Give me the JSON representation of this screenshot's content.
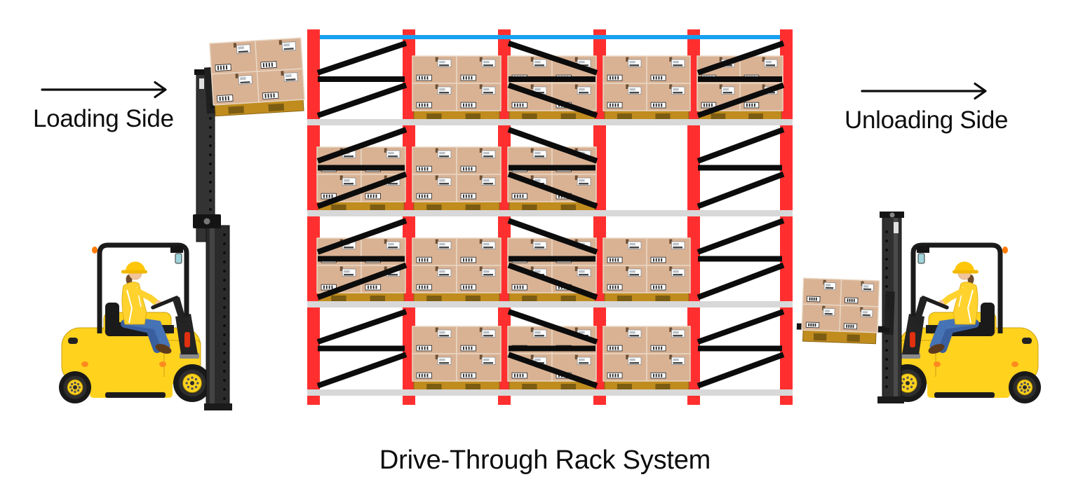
{
  "title": "Drive-Through Rack System",
  "labels": {
    "loading": "Loading Side",
    "unloading": "Unloading Side"
  },
  "arrows": {
    "loading_direction": "right",
    "unloading_direction": "right"
  },
  "colors": {
    "background": "#ffffff",
    "text": "#0d0d0d",
    "post_red": "#ff2f2f",
    "beam_blue": "#18a0f0",
    "shelf_gray": "#d8d8d8",
    "brace_black": "#0c0c0c",
    "box_tan": "#d9b294",
    "box_line": "#e9d7c4",
    "box_tab": "#6d4f33",
    "pallet_gold": "#c08c1e",
    "pallet_slot": "#7c5c12",
    "forklift_yellow": "#ffd21e",
    "frame_black": "#1b1b1b",
    "mast_gray": "#2f2f2f",
    "jeans_blue": "#4673b5",
    "jeans_shadow": "#3a5f9e",
    "skin": "#f2c49b",
    "hat_yellow": "#ffc60a",
    "shirt_yellow": "#ffd22e",
    "shoe_brown": "#5e3a1d",
    "hair_brown": "#6b4a2e",
    "light_orange": "#ff8a1f",
    "tail_red": "#e0300f",
    "mirror_teal": "#9fd4da"
  },
  "rack": {
    "posts": 6,
    "levels": 4,
    "bays": 5,
    "top_beam": "blue",
    "grid": [
      [
        "brace-up",
        "boxes",
        "boxes+brace-down",
        "boxes",
        "boxes+brace-up"
      ],
      [
        "boxes+brace-up",
        "boxes",
        "boxes+brace-down",
        "empty",
        "brace-up"
      ],
      [
        "boxes+brace-up",
        "boxes",
        "boxes+brace-down",
        "boxes",
        "brace-up"
      ],
      [
        "brace-up",
        "boxes",
        "boxes+brace-down",
        "boxes",
        "brace-up"
      ]
    ]
  },
  "forklifts": [
    {
      "position": "left",
      "facing": "right",
      "mast": "raised",
      "load": "pallet-of-boxes-high"
    },
    {
      "position": "right",
      "facing": "left",
      "mast": "lowered",
      "load": "pallet-of-boxes-low"
    }
  ]
}
